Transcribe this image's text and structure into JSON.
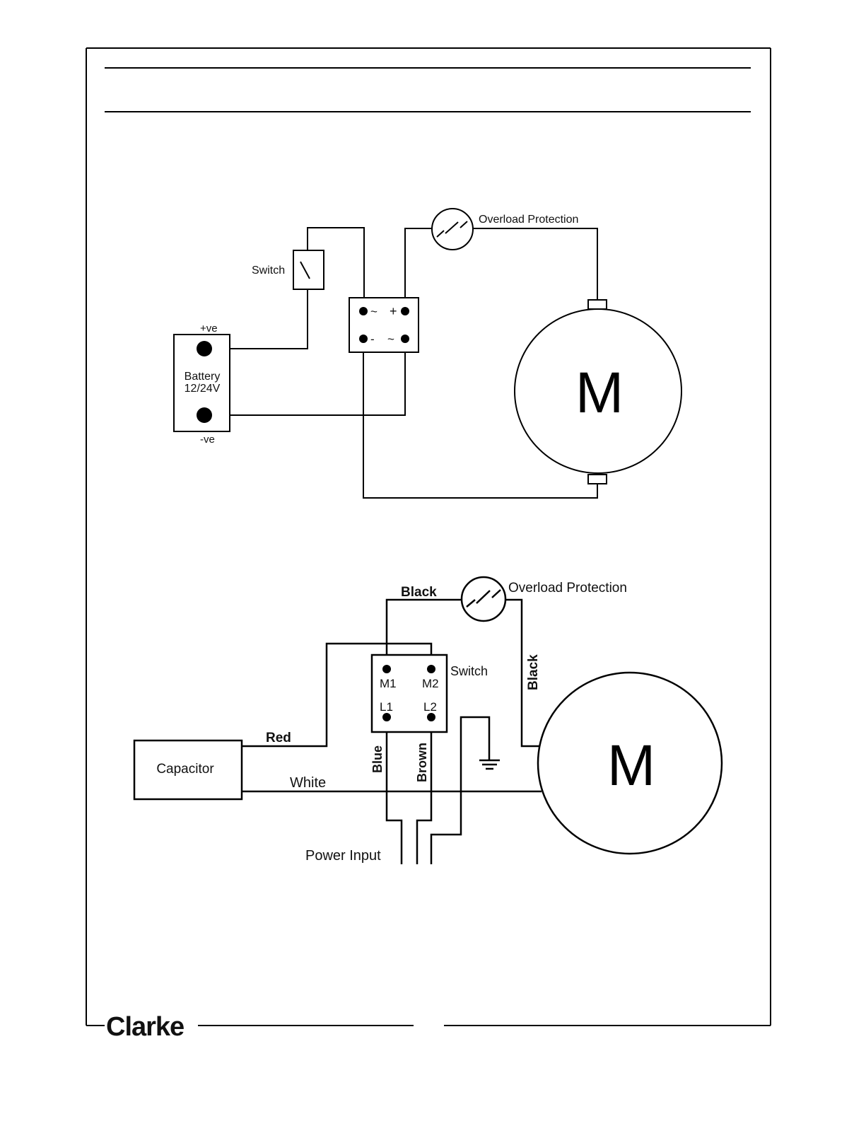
{
  "dc_diagram": {
    "overload_label": "Overload Protection",
    "switch_label": "Switch",
    "plus_ve": "+ve",
    "minus_ve": "-ve",
    "battery_label_line1": "Battery",
    "battery_label_line2": "12/24V",
    "rectifier_tl": "~",
    "rectifier_tr": "+",
    "rectifier_bl": "-",
    "rectifier_br": "~",
    "motor_label": "M"
  },
  "ac_diagram": {
    "overload_label": "Overload Protection",
    "black_top": "Black",
    "black_vertical": "Black",
    "switch_label": "Switch",
    "m1": "M1",
    "m2": "M2",
    "l1": "L1",
    "l2": "L2",
    "red": "Red",
    "white": "White",
    "blue": "Blue",
    "brown": "Brown",
    "capacitor": "Capacitor",
    "power_input": "Power Input",
    "motor_label": "M"
  },
  "footer": {
    "brand": "Clarke"
  }
}
